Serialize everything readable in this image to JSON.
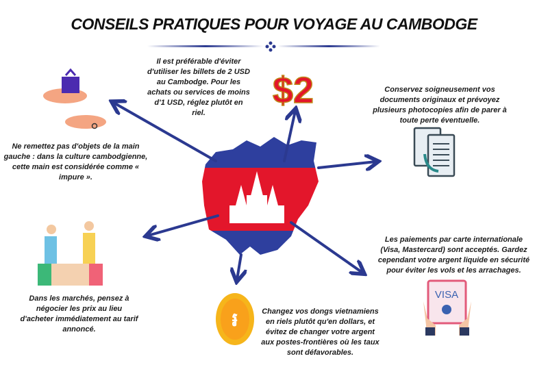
{
  "title": "CONSEILS PRATIQUES POUR VOYAGE AU CAMBODGE",
  "colors": {
    "arrow": "#2b3990",
    "flag_blue": "#2e3f9e",
    "flag_red": "#e3162b",
    "coin": "#f6b51b"
  },
  "tips": [
    {
      "id": "banknotes",
      "icon": "dollar-2-icon",
      "icon_text": "$2",
      "text": "Il est préférable d'éviter d'utiliser les billets de 2 USD au Cambodge. Pour les achats ou services de moins d'1 USD, réglez plutôt en riel."
    },
    {
      "id": "documents",
      "icon": "documents-icon",
      "text": "Conservez soigneusement vos documents originaux et prévoyez plusieurs photocopies afin de parer à toute perte éventuelle."
    },
    {
      "id": "left-hand",
      "icon": "gift-hands-icon",
      "text": "Ne remettez pas d'objets de la main gauche : dans la culture cambodgienne, cette main est considérée comme « impure »."
    },
    {
      "id": "bargain",
      "icon": "handshake-icon",
      "text": "Dans les marchés, pensez à négocier les prix au lieu d'acheter immédiatement au tarif annoncé."
    },
    {
      "id": "exchange",
      "icon": "riel-coin-icon",
      "text": "Changez vos dongs vietnamiens en riels plutôt qu'en dollars, et évitez de changer votre argent aux postes-frontières où les taux sont défavorables."
    },
    {
      "id": "cards",
      "icon": "visa-card-icon",
      "icon_text": "VISA",
      "text": "Les paiements par carte internationale (Visa, Mastercard) sont acceptés. Gardez cependant votre argent liquide en sécurité pour éviter les vols et les arrachages."
    }
  ]
}
